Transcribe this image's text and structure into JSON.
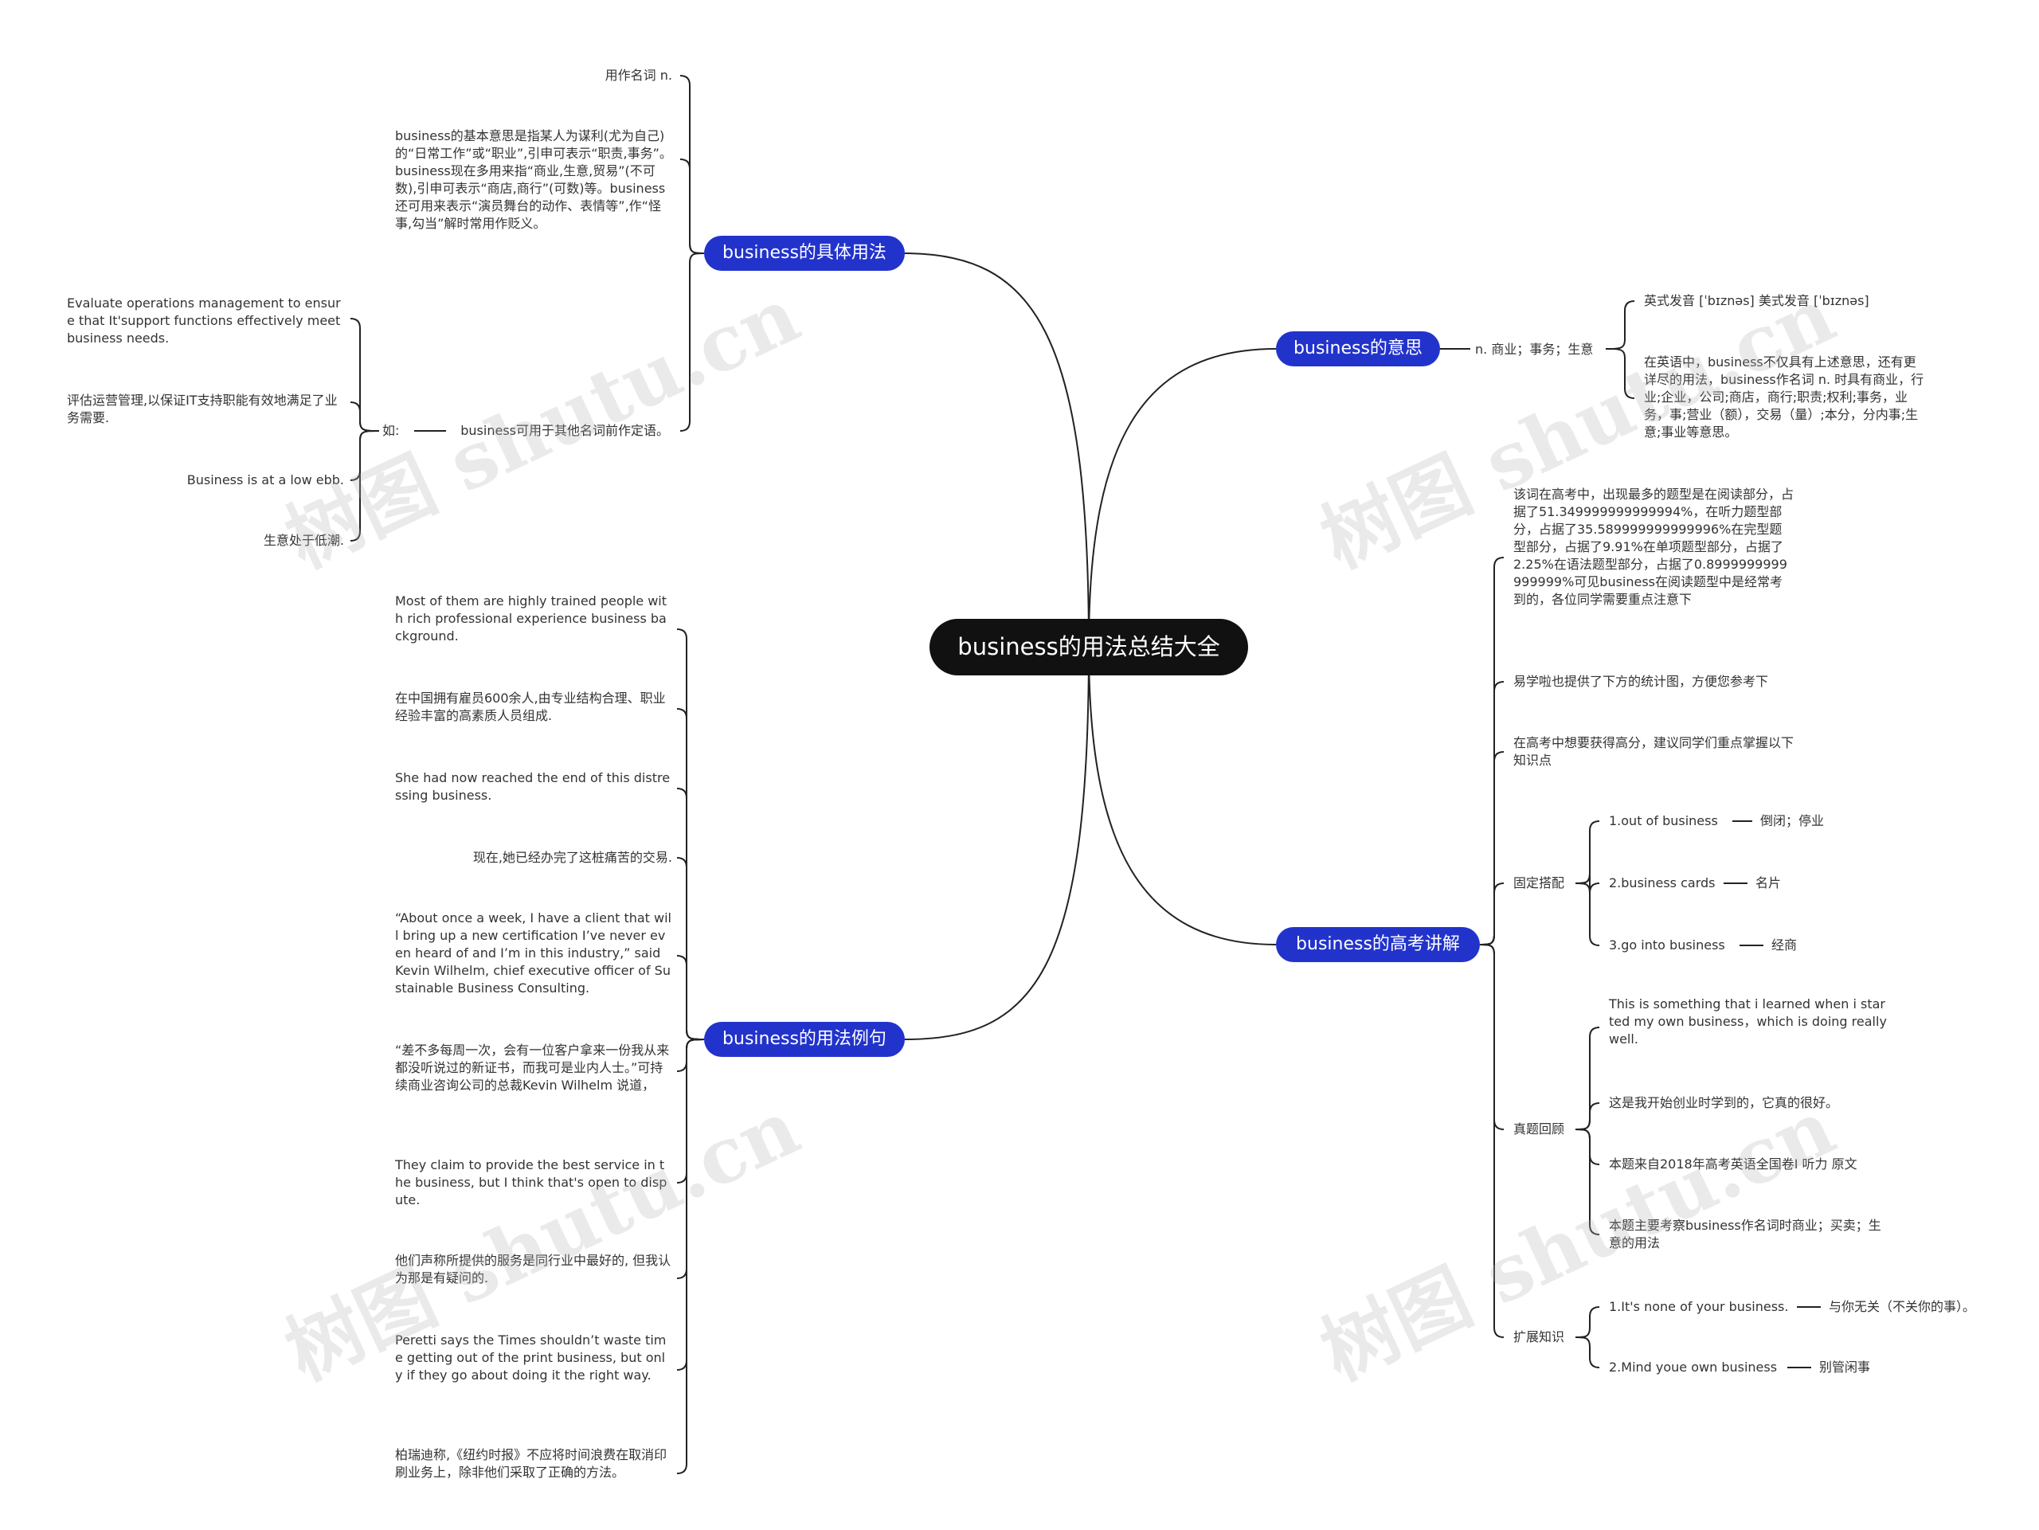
{
  "root": {
    "title": "business的用法总结大全"
  },
  "branches": {
    "specific": "business的具体用法",
    "meaning": "business的意思",
    "gaokao": "business的高考讲解",
    "examples": "business的用法例句"
  },
  "specific": {
    "noun": "用作名词 n.",
    "basic": "business的基本意思是指某人为谋利(尤为自己)的“日常工作”或“职业”,引申可表示“职责,事务”。business现在多用来指“商业,生意,贸易”(不可数),引申可表示“商店,商行”(可数)等。business还可用来表示“演员舞台的动作、表情等”,作“怪事,勾当”解时常用作贬义。",
    "attrib": "business可用于其他名词前作定语。",
    "eg_label": "如:",
    "eg": [
      "Evaluate operations management to ensure that It'support functions effectively meet business needs.",
      "评估运营管理,以保证IT支持职能有效地满足了业务需要.",
      "Business is at a low ebb.",
      "生意处于低潮."
    ]
  },
  "meaning": {
    "def": "n. 商业；事务；生意",
    "pron": "英式发音 [ˈbɪznəs] 美式发音 [ˈbɪznəs]",
    "detail": "在英语中，business不仅具有上述意思，还有更详尽的用法，business作名词 n. 时具有商业，行业;企业，公司;商店，商行;职责;权利;事务，业务，事;营业（额），交易（量）;本分，分内事;生意;事业等意思。"
  },
  "gaokao": {
    "stats": "该词在高考中，出现最多的题型是在阅读部分，占据了51.349999999999994%，在听力题型部分，占据了35.589999999999996%在完型题型部分，占据了9.91%在单项题型部分，占据了2.25%在语法题型部分，占据了0.8999999999999999%可见business在阅读题型中是经常考到的，各位同学需要重点注意下",
    "chart_note": "易学啦也提供了下方的统计图，方便您参考下",
    "advice": "在高考中想要获得高分，建议同学们重点掌握以下知识点",
    "fixed_label": "固定搭配",
    "fixed": [
      {
        "phrase": "1.out of business",
        "meaning": "倒闭；停业"
      },
      {
        "phrase": "2.business cards",
        "meaning": "名片"
      },
      {
        "phrase": "3.go into business",
        "meaning": "经商"
      }
    ],
    "review_label": "真题回顾",
    "review": [
      "This is something that i learned when i started my own business，which is doing really well.",
      "这是我开始创业时学到的，它真的很好。",
      "本题来自2018年高考英语全国卷I 听力 原文",
      "本题主要考察business作名词时商业；买卖；生意的用法"
    ],
    "ext_label": "扩展知识",
    "ext": [
      {
        "phrase": "1.It's none of your business.",
        "meaning": "与你无关（不关你的事）。"
      },
      {
        "phrase": "2.Mind youe own business",
        "meaning": "别管闲事"
      }
    ]
  },
  "examples": [
    "Most of them are highly trained people with rich professional experience business background.",
    "在中国拥有雇员600余人,由专业结构合理、职业经验丰富的高素质人员组成.",
    "She had now reached the end of this distressing business.",
    "现在,她已经办完了这桩痛苦的交易.",
    "“About once a week, I have a client that will bring up a new certification I’ve never even heard of and I’m in this industry,” said Kevin Wilhelm, chief executive officer of Sustainable Business Consulting.",
    "“差不多每周一次，会有一位客户拿来一份我从来都没听说过的新证书，而我可是业内人士。”可持续商业咨询公司的总裁Kevin Wilhelm 说道，",
    "They claim to provide the best service in the business, but I think that's open to dispute.",
    "他们声称所提供的服务是同行业中最好的, 但我认为那是有疑问的.",
    "Peretti says the Times shouldn’t waste time getting out of the print business, but only if they go about doing it the right way.",
    "柏瑞迪称,《纽约时报》不应将时间浪费在取消印刷业务上，除非他们采取了正确的方法。"
  ],
  "watermark": "树图 shutu.cn",
  "colors": {
    "branch": "#2233cc",
    "root": "#111111",
    "line": "#222222"
  }
}
